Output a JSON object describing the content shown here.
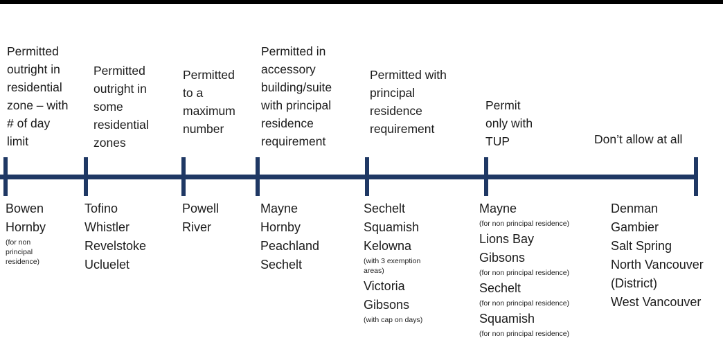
{
  "diagram": {
    "description": "Spectrum of short-term rental permission approaches across municipalities",
    "colors": {
      "axis": "#1f3864",
      "top_bar": "#000000",
      "text": "#1b1b1b",
      "background": "#ffffff"
    },
    "columns": [
      {
        "label": "Permitted\noutright in\nresidential\nzone – with\n# of day\nlimit",
        "municipalities": [
          {
            "text": "Bowen",
            "size": "big"
          },
          {
            "text": "Hornby",
            "size": "big"
          },
          {
            "text": "(for non\nprincipal\nresidence)",
            "size": "small"
          }
        ]
      },
      {
        "label": "Permitted\noutright in\nsome\nresidential\nzones",
        "municipalities": [
          {
            "text": "Tofino",
            "size": "big"
          },
          {
            "text": "Whistler",
            "size": "big"
          },
          {
            "text": "Revelstoke",
            "size": "big"
          },
          {
            "text": "Ucluelet",
            "size": "big"
          }
        ]
      },
      {
        "label": "Permitted\nto a\nmaximum\nnumber",
        "municipalities": [
          {
            "text": "Powell\nRiver",
            "size": "big"
          }
        ]
      },
      {
        "label": "Permitted in\naccessory\nbuilding/suite\nwith principal\nresidence\nrequirement",
        "municipalities": [
          {
            "text": "Mayne",
            "size": "big"
          },
          {
            "text": "Hornby",
            "size": "big"
          },
          {
            "text": "Peachland",
            "size": "big"
          },
          {
            "text": "Sechelt",
            "size": "big"
          }
        ]
      },
      {
        "label": "Permitted with\nprincipal\nresidence\nrequirement",
        "municipalities": [
          {
            "text": "Sechelt",
            "size": "big"
          },
          {
            "text": "Squamish",
            "size": "big"
          },
          {
            "text": "Kelowna",
            "size": "big"
          },
          {
            "text": "(with 3 exemption\nareas)",
            "size": "small"
          },
          {
            "text": "Victoria",
            "size": "big"
          },
          {
            "text": "Gibsons",
            "size": "big"
          },
          {
            "text": "(with cap on days)",
            "size": "small"
          }
        ]
      },
      {
        "label": "Permit\nonly with\nTUP",
        "municipalities": [
          {
            "text": "Mayne",
            "size": "big"
          },
          {
            "text": "(for non principal residence)",
            "size": "small"
          },
          {
            "text": "Lions Bay",
            "size": "big"
          },
          {
            "text": "Gibsons",
            "size": "big"
          },
          {
            "text": "(for non principal residence)",
            "size": "small"
          },
          {
            "text": "Sechelt",
            "size": "big"
          },
          {
            "text": "(for non principal residence)",
            "size": "small"
          },
          {
            "text": "Squamish",
            "size": "big"
          },
          {
            "text": "(for non principal residence)",
            "size": "small"
          }
        ]
      },
      {
        "label": "Don’t allow at all",
        "municipalities": [
          {
            "text": "Denman",
            "size": "big"
          },
          {
            "text": "Gambier",
            "size": "big"
          },
          {
            "text": "Salt Spring",
            "size": "big"
          },
          {
            "text": "North Vancouver\n(District)",
            "size": "big"
          },
          {
            "text": "West Vancouver",
            "size": "big"
          }
        ]
      }
    ]
  }
}
